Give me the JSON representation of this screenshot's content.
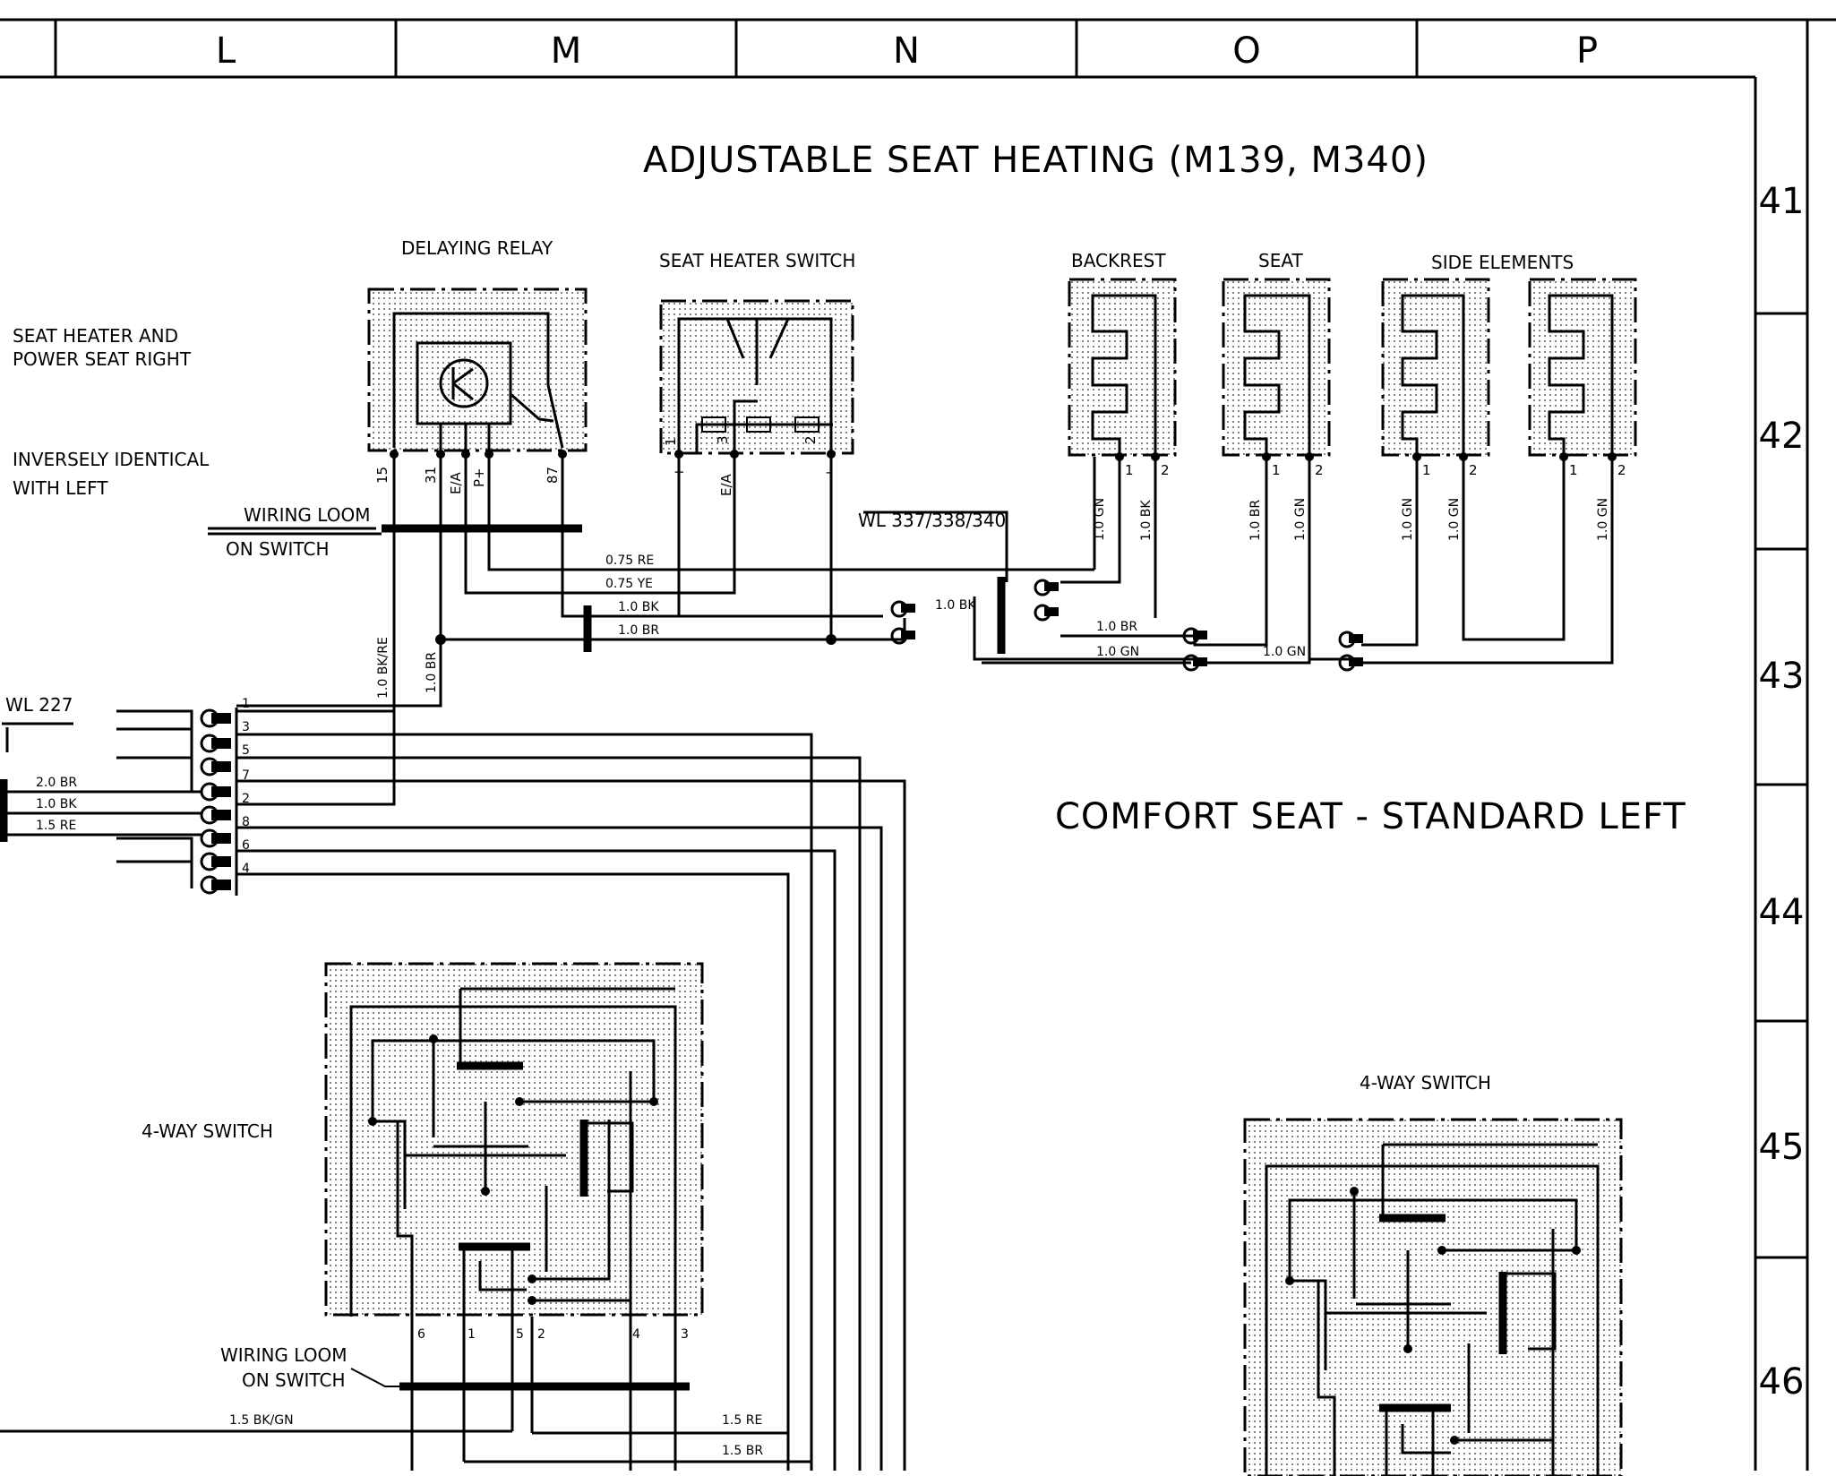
{
  "columns": [
    "L",
    "M",
    "N",
    "O",
    "P"
  ],
  "rows": [
    "41",
    "42",
    "43",
    "44",
    "45",
    "46"
  ],
  "title_main": "ADJUSTABLE SEAT HEATING (M139, M340)",
  "title_secondary": "COMFORT SEAT - STANDARD LEFT",
  "labels": {
    "delaying_relay": "DELAYING RELAY",
    "seat_heater_switch": "SEAT HEATER SWITCH",
    "backrest": "BACKREST",
    "seat": "SEAT",
    "side_elements": "SIDE ELEMENTS",
    "note_1a": "SEAT HEATER AND",
    "note_1b": "POWER SEAT RIGHT",
    "note_2a": "INVERSELY IDENTICAL",
    "note_2b": "WITH LEFT",
    "wiring_loom_a": "WIRING LOOM",
    "wiring_loom_b": "ON SWITCH",
    "wl_337": "WL 337/338/340",
    "wl_227": "WL 227",
    "four_way_left": "4-WAY SWITCH",
    "four_way_right": "4-WAY SWITCH",
    "loom2_a": "WIRING LOOM",
    "loom2_b": "ON SWITCH"
  },
  "relay_pins": [
    "15",
    "31",
    "E/A",
    "P+",
    "87"
  ],
  "switch_pins": [
    "+",
    "E/A",
    "-",
    "1",
    "3",
    "2"
  ],
  "element_pins": [
    "1",
    "2"
  ],
  "wires": {
    "w075re": "0.75 RE",
    "w075ye": "0.75 YE",
    "w10bk_a": "1.0 BK",
    "w10br_a": "1.0 BR",
    "w10bk_b": "1.0 BK",
    "w10br_b": "1.0 BR",
    "w10gn_a": "1.0 GN",
    "w10gn_b": "1.0 GN",
    "v_bkre": "1.0 BK/RE",
    "v_br": "1.0 BR",
    "v_gn1": "1.0 GN",
    "v_bk1": "1.0 BK",
    "v_br2": "1.0 BR",
    "v_gn2": "1.0 GN",
    "v_gn3": "1.0 GN",
    "v_gn4": "1.0 GN",
    "v_gn5": "1.0 GN",
    "l_20br": "2.0 BR",
    "l_10bk": "1.0 BK",
    "l_15re": "1.5 RE",
    "b_15bkgn": "1.5 BK/GN",
    "b_15re": "1.5 RE",
    "b_15br": "1.5 BR"
  },
  "connector_pins": [
    "1",
    "3",
    "5",
    "7",
    "2",
    "8",
    "6",
    "4"
  ],
  "switch_bottom_pins": [
    "6",
    "1",
    "5",
    "2",
    "4",
    "3"
  ]
}
